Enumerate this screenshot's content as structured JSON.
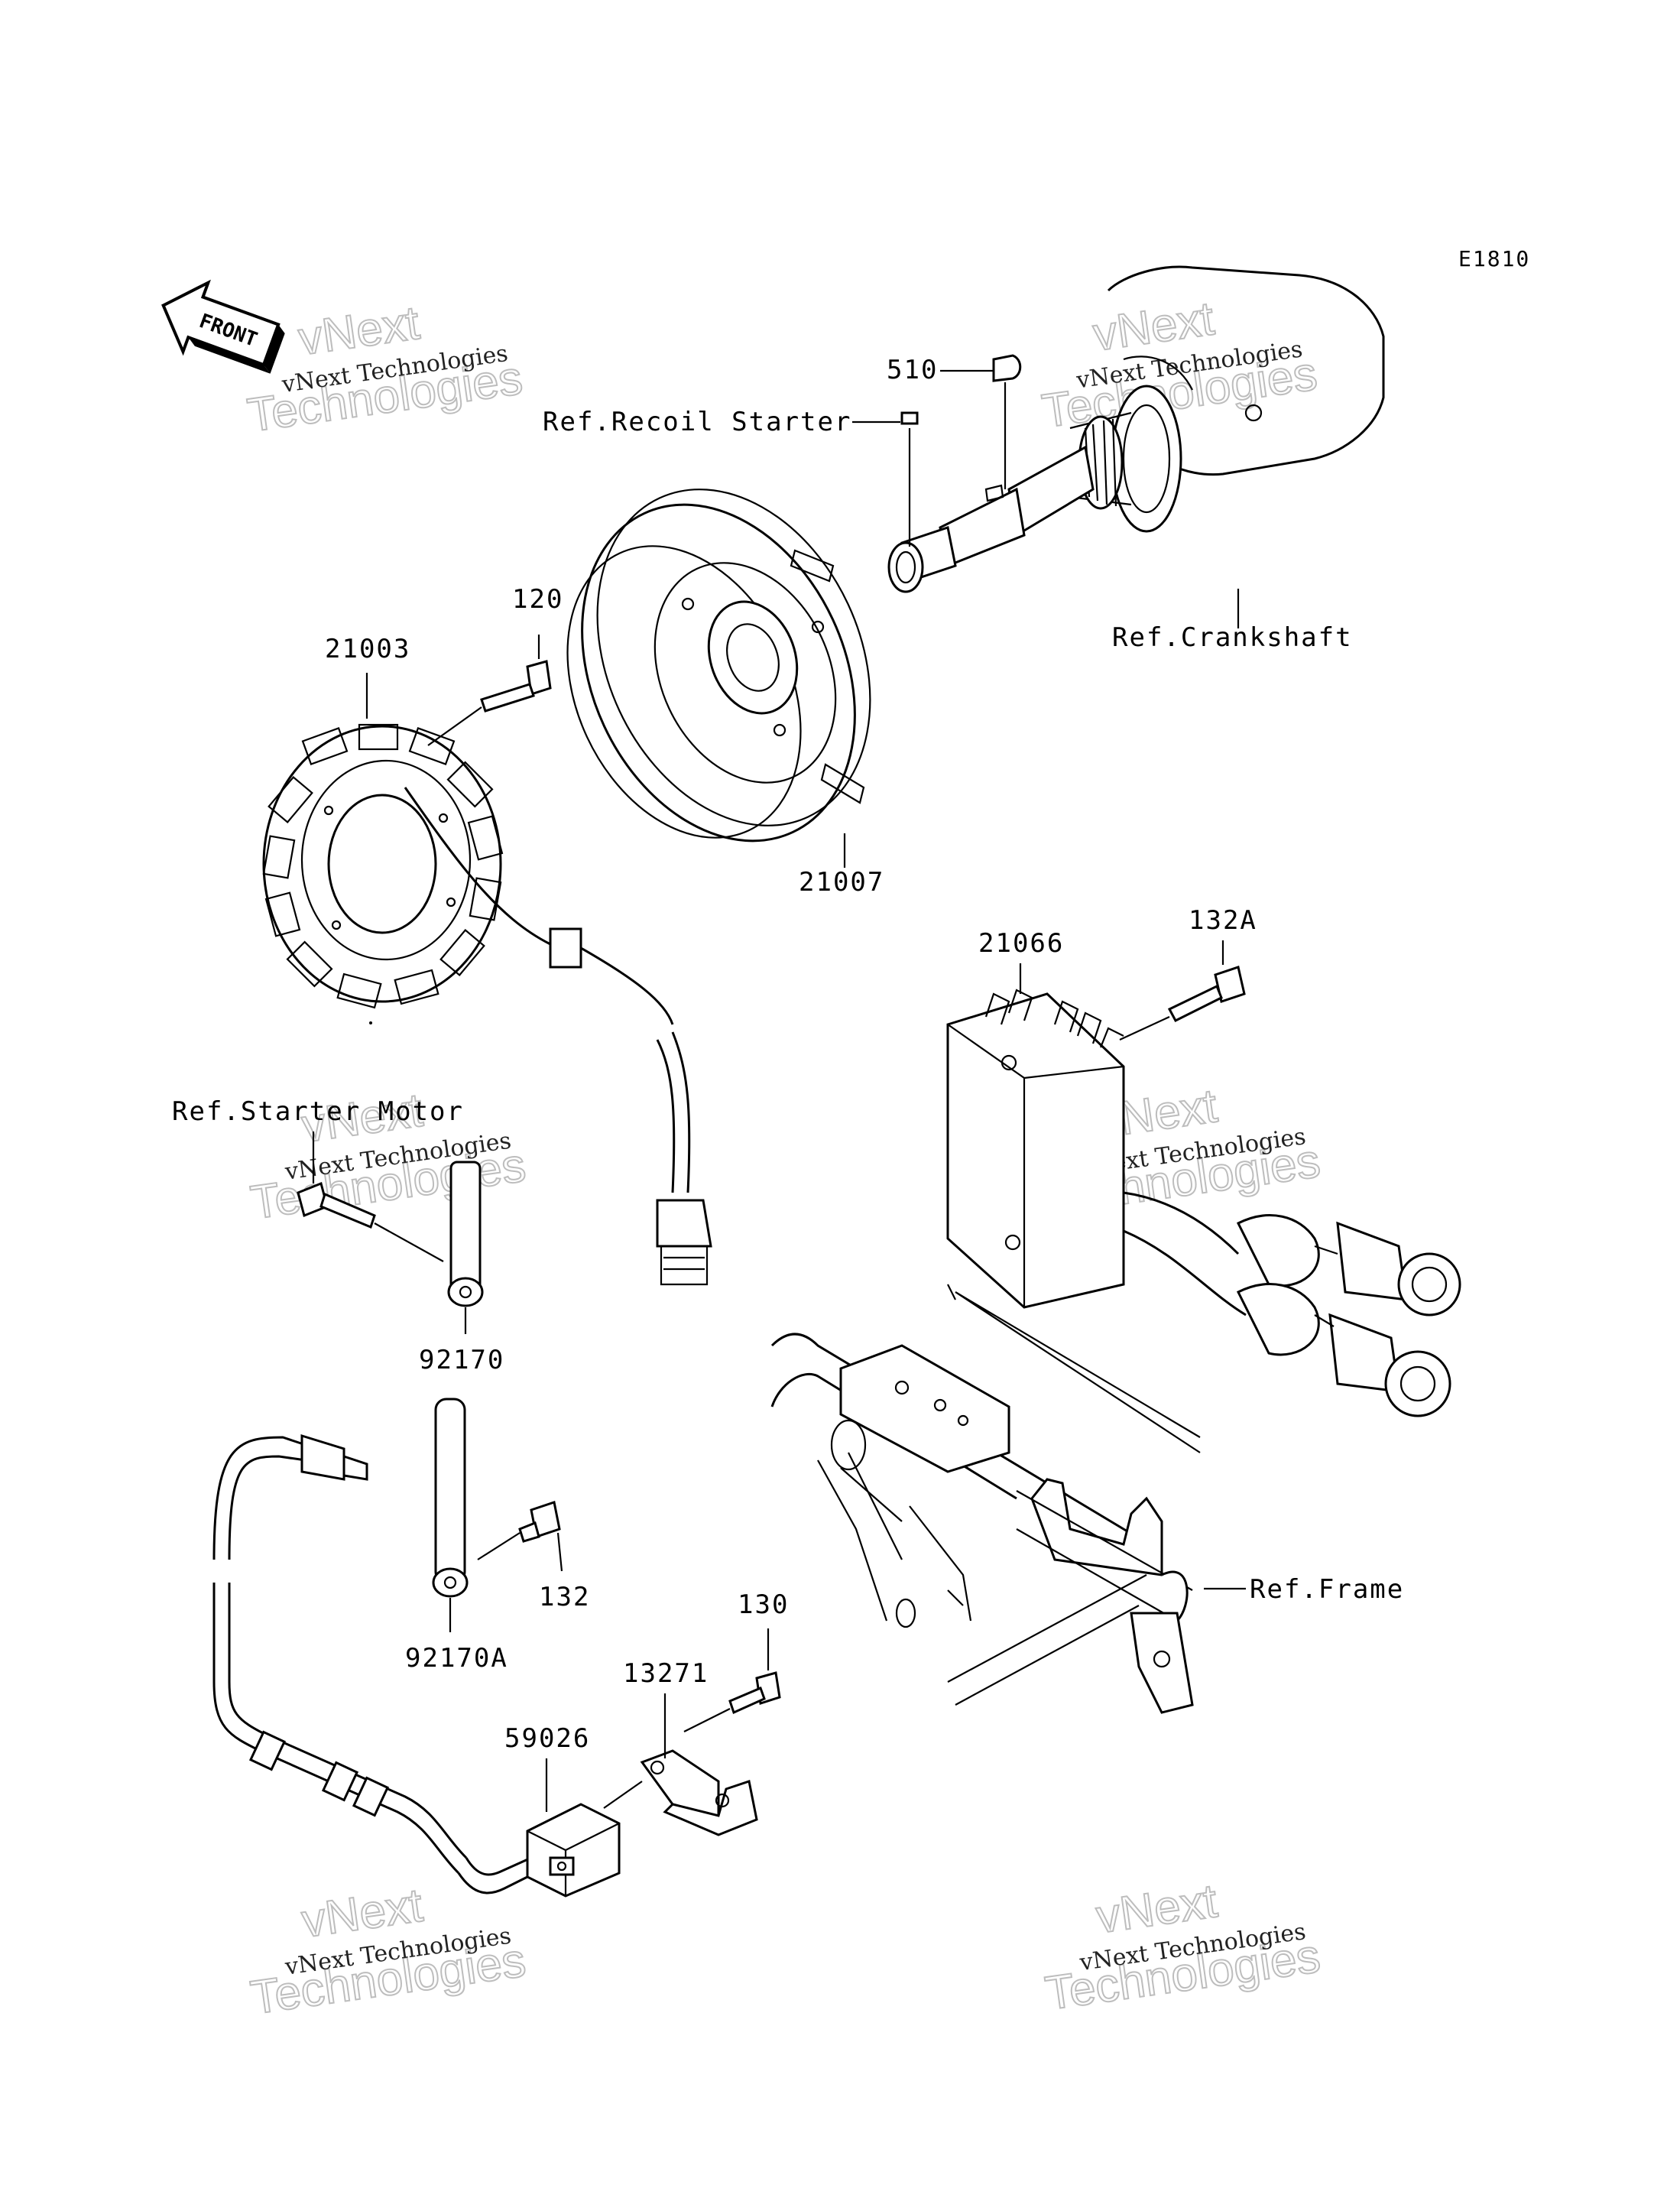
{
  "diagram": {
    "code": "E1810",
    "front_label": "FRONT",
    "labels": {
      "p510": "510",
      "ref_recoil_starter": "Ref.Recoil Starter",
      "ref_crankshaft": "Ref.Crankshaft",
      "p120": "120",
      "p21003": "21003",
      "p21007": "21007",
      "p132A": "132A",
      "p21066": "21066",
      "ref_starter_motor": "Ref.Starter Motor",
      "p92170": "92170",
      "p92170A": "92170A",
      "p132": "132",
      "ref_frame": "Ref.Frame",
      "p130": "130",
      "p13271": "13271",
      "p59026": "59026"
    },
    "watermark": {
      "line1": "vNext Technologies",
      "line2": "vNext",
      "line3": "Technologies"
    }
  }
}
